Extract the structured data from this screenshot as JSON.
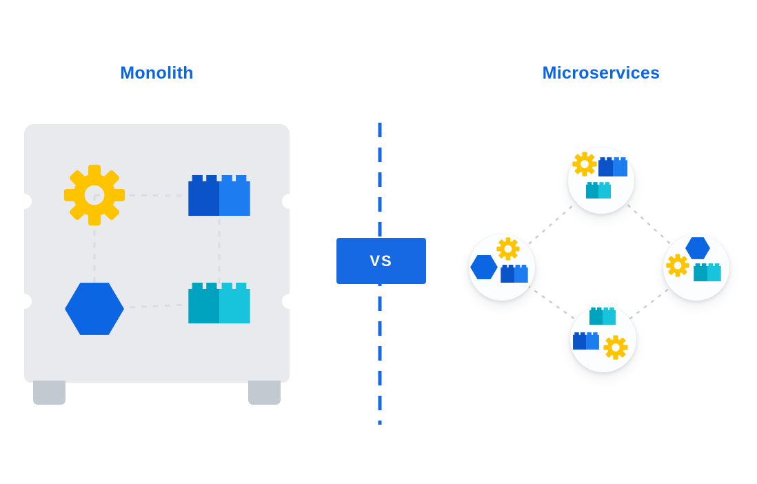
{
  "monolith": {
    "title": "Monolith",
    "icons": [
      "gear-icon",
      "blue-brick-icon",
      "hexagon-icon",
      "cyan-brick-icon"
    ]
  },
  "microservices": {
    "title": "Microservices",
    "nodes": [
      {
        "name": "service-node-top",
        "icons": [
          "gear-icon",
          "blue-brick-icon",
          "cyan-brick-icon"
        ]
      },
      {
        "name": "service-node-right",
        "icons": [
          "hexagon-icon",
          "gear-icon",
          "cyan-brick-icon"
        ]
      },
      {
        "name": "service-node-bottom",
        "icons": [
          "cyan-brick-icon",
          "blue-brick-icon",
          "gear-icon"
        ]
      },
      {
        "name": "service-node-left",
        "icons": [
          "gear-icon",
          "hexagon-icon",
          "blue-brick-icon"
        ]
      }
    ]
  },
  "versus": {
    "label": "VS"
  },
  "colors": {
    "title_blue": "#0C66E4",
    "vs_badge_blue": "#1668E3",
    "divider_blue": "#1668E3",
    "gear_yellow": "#FFC400",
    "brick_blue_dark": "#0A53C8",
    "brick_blue_light": "#1E7CF1",
    "brick_cyan_dark": "#00A3BF",
    "brick_cyan_light": "#17C4DB",
    "hexagon_blue": "#0C66E4",
    "monolith_body_gray": "#E9EAED",
    "monolith_feet_gray": "#C3C9D1",
    "connector_gray": "#D9DCE1",
    "background": "#FFFFFF"
  }
}
